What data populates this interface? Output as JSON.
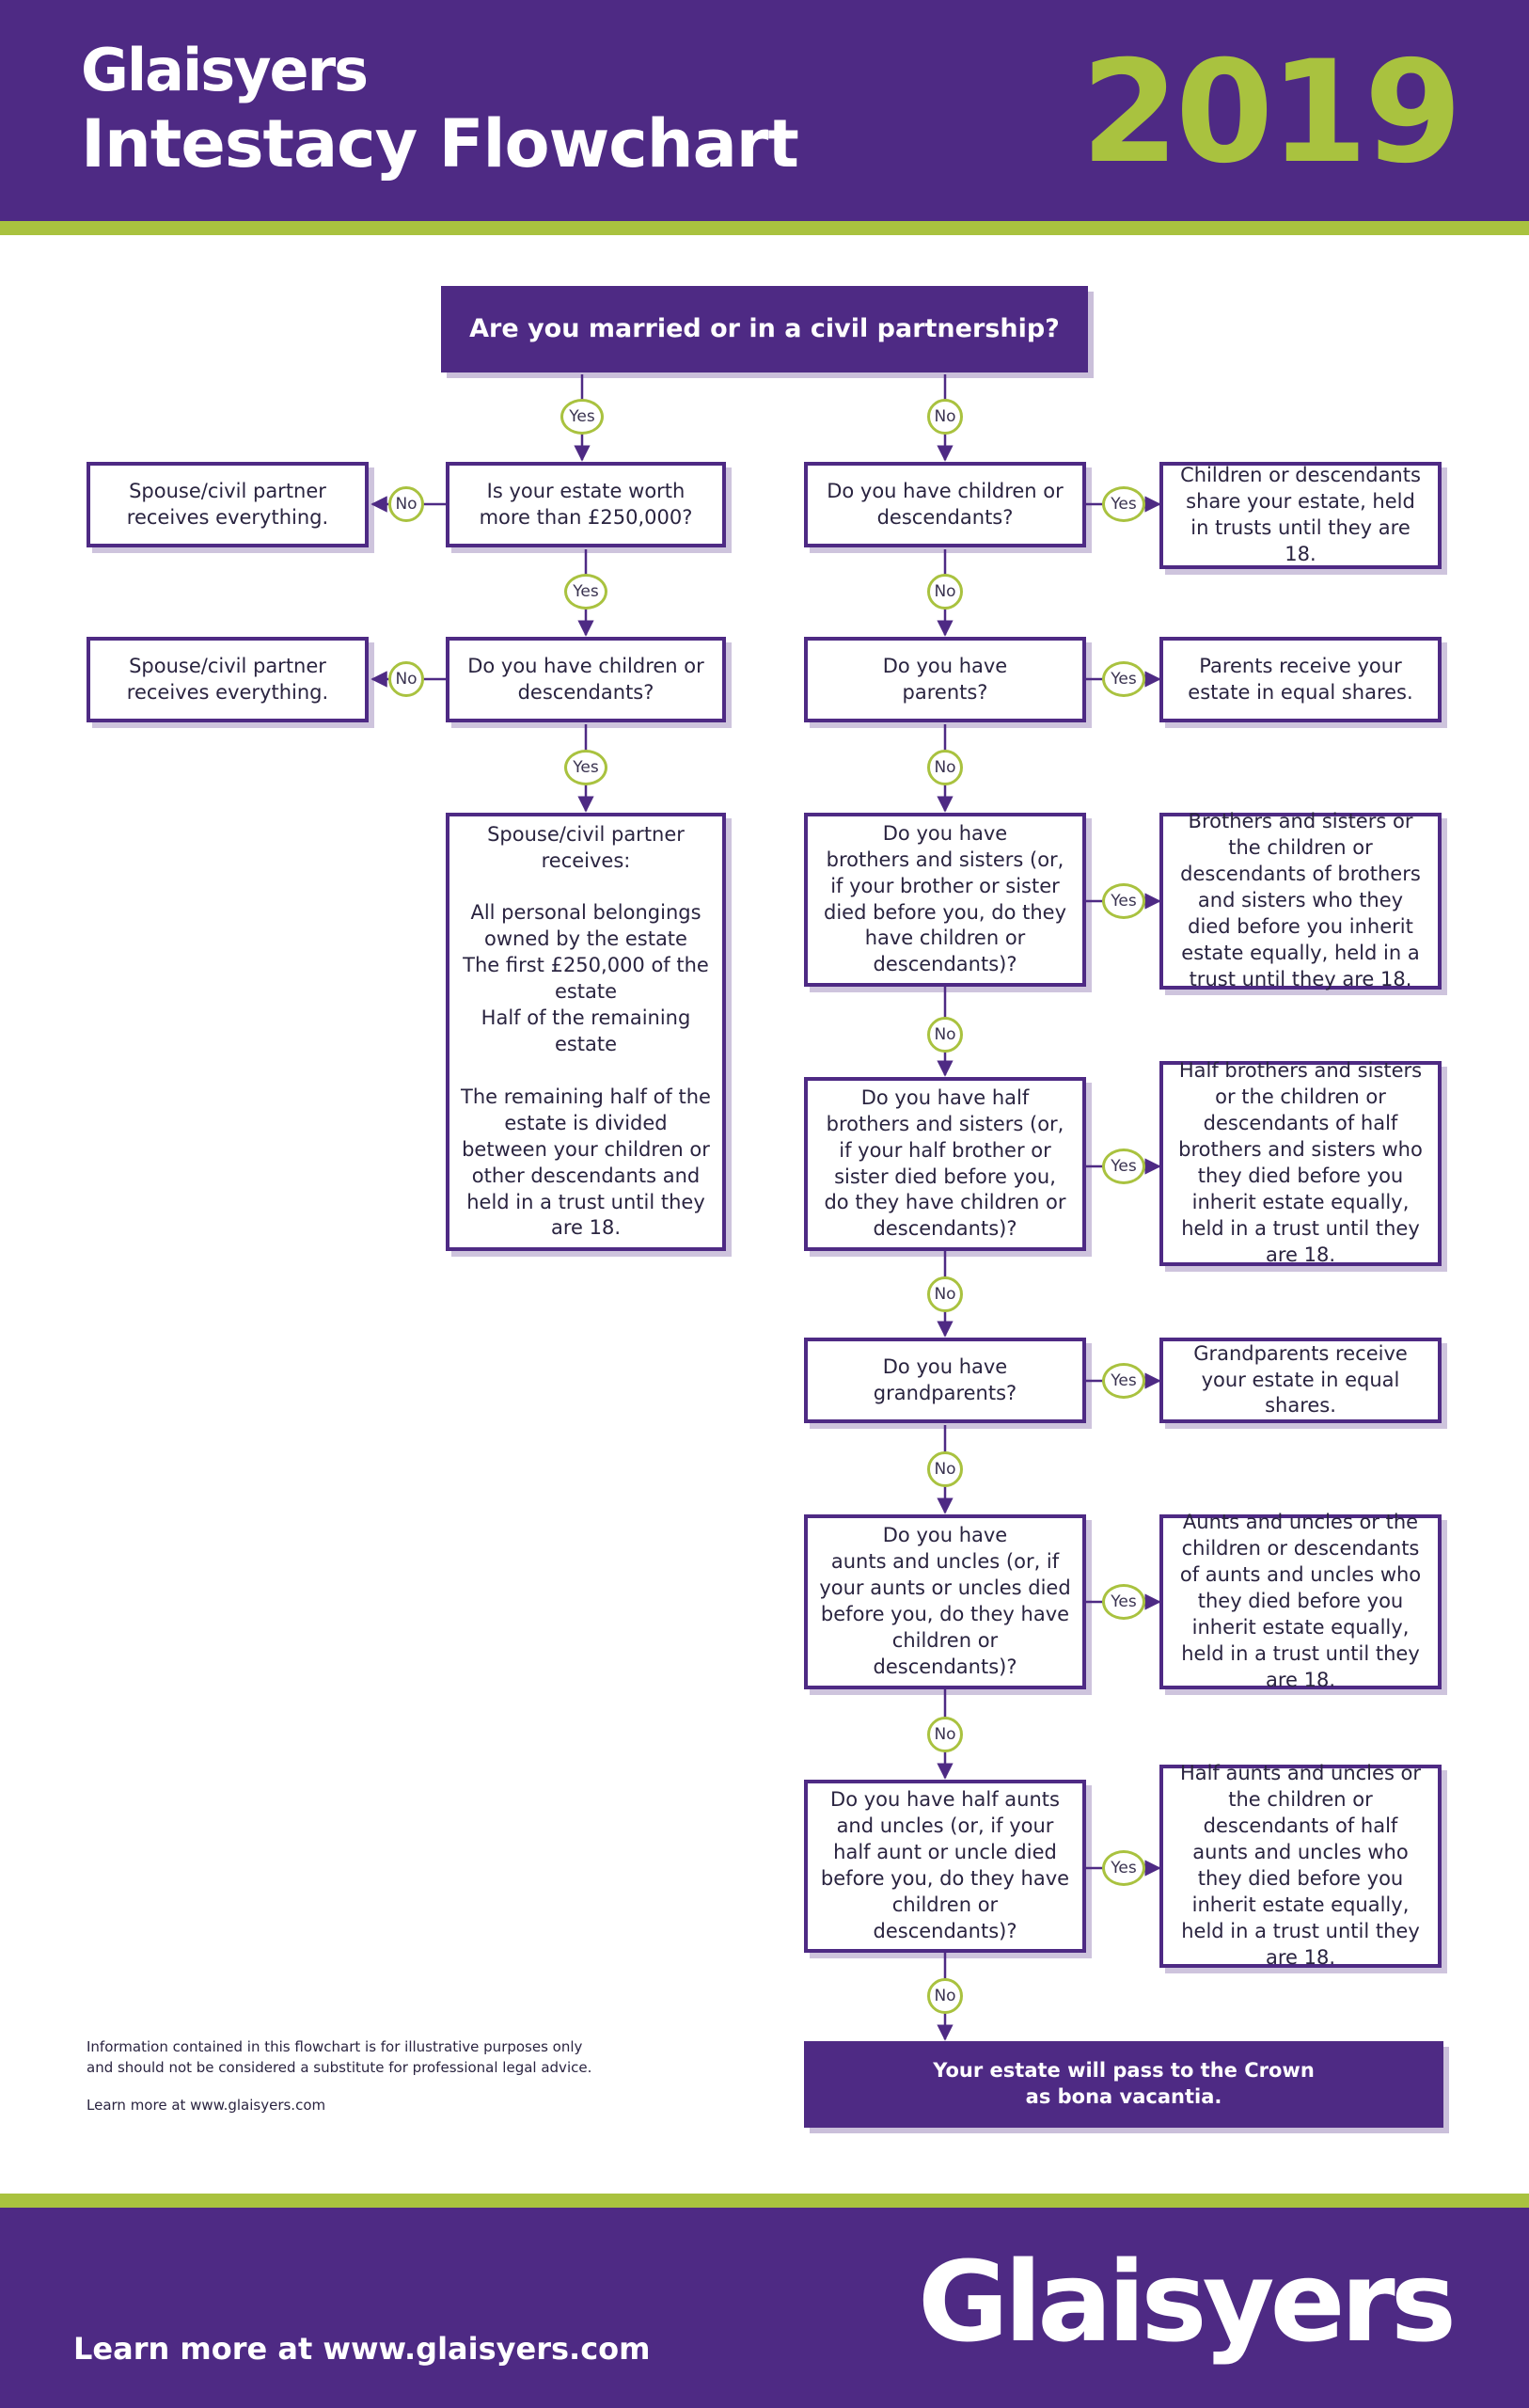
{
  "header": {
    "brand": "Glaisyers",
    "title": "Intestacy Flowchart",
    "year": "2019"
  },
  "flowchart": {
    "nodes": {
      "q_married": "Are you married or in a civil partnership?",
      "q_estate_worth": "Is your estate worth more than £250,000?",
      "a_spouse_everything_1": "Spouse/civil partner receives everything.",
      "q_children_married": "Do you have children or descendants?",
      "a_spouse_everything_2": "Spouse/civil partner receives everything.",
      "a_spouse_receives": "Spouse/civil partner receives:\n\nAll personal belongings owned by the estate\nThe first £250,000 of the estate\nHalf of the remaining estate\n\nThe remaining half of the estate is divided between your children or other descendants and held in a trust until they are 18.",
      "q_children": "Do you have children or descendants?",
      "a_children": "Children or descendants share your estate, held in trusts until they are 18.",
      "q_parents": "Do you have\nparents?",
      "a_parents": "Parents receive your estate in equal shares.",
      "q_siblings": "Do you have\nbrothers and sisters (or, if your brother or sister died before you, do they have children or descendants)?",
      "a_siblings": "Brothers and sisters or the children or descendants of brothers and sisters who they died before you inherit estate equally, held in a trust until they are 18.",
      "q_half_siblings": "Do you have half brothers and sisters (or, if your half brother or sister died before you, do they have children or descendants)?",
      "a_half_siblings": "Half brothers and sisters or the children or descendants of half brothers and sisters who they died before you inherit estate equally, held in a trust until they are 18.",
      "q_grandparents": "Do you have\ngrandparents?",
      "a_grandparents": "Grandparents receive your estate in equal shares.",
      "q_aunts": "Do you have\naunts and uncles (or, if your aunts or uncles died before you, do they have children or descendants)?",
      "a_aunts": "Aunts and uncles or the children or descendants of aunts and uncles who they died before you inherit estate equally, held in a trust until they are 18.",
      "q_half_aunts": "Do you have half aunts and uncles (or, if your half aunt or uncle died before you, do they have children or descendants)?",
      "a_half_aunts": "Half aunts and uncles or the children or descendants of half aunts and uncles who they died before you inherit estate equally, held in a trust until they are 18.",
      "a_crown": "Your estate will pass to the Crown\nas bona vacantia."
    },
    "labels": {
      "yes": "Yes",
      "no": "No"
    }
  },
  "disclaimer": {
    "text": "Information contained in this flowchart is for illustrative purposes only and should not be considered a substitute for professional legal advice.",
    "learn_more": "Learn more at www.glaisyers.com"
  },
  "footer": {
    "link_text": "Learn more at www.glaisyers.com",
    "logo": "Glaisyers"
  },
  "colors": {
    "brand_purple": "#4e2a84",
    "accent_green": "#a9c23f",
    "background": "#ffffff"
  }
}
